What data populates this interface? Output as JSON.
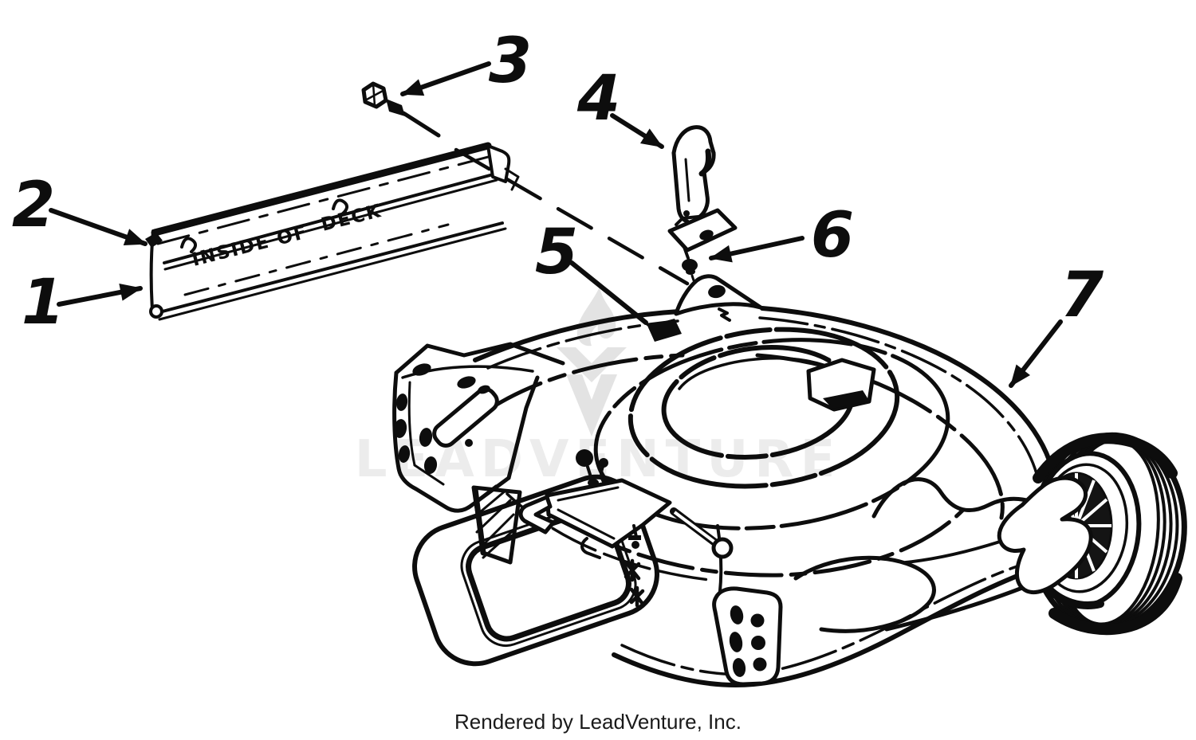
{
  "diagram": {
    "callouts": [
      {
        "label": "1"
      },
      {
        "label": "2"
      },
      {
        "label": "3"
      },
      {
        "label": "4"
      },
      {
        "label": "5"
      },
      {
        "label": "6"
      },
      {
        "label": "7"
      }
    ],
    "plate": {
      "label_left": "INSIDE OF",
      "label_right": "DECK"
    },
    "watermark": {
      "text": "LEADVENTURE"
    },
    "footer": {
      "text": "Rendered by LeadVenture, Inc."
    },
    "colors": {
      "line": "#0d0d0d",
      "background": "#ffffff",
      "watermark_text": "#ececec",
      "watermark_logo": "#e3e3e3",
      "footer_text": "#1a1a1a"
    }
  }
}
